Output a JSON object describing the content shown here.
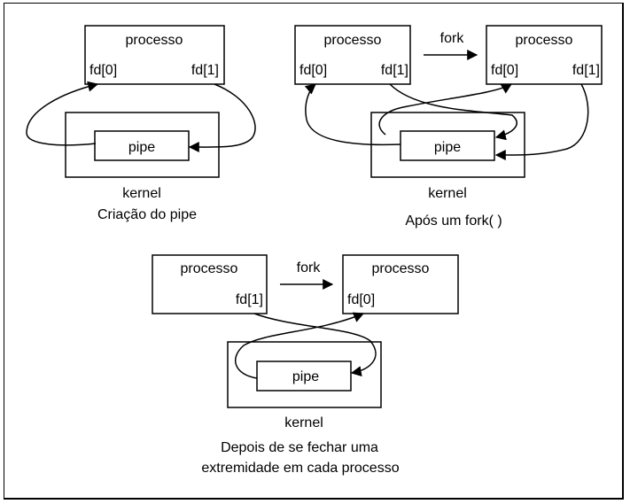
{
  "labels": {
    "process": "processo",
    "fd0": "fd[0]",
    "fd1": "fd[1]",
    "pipe": "pipe",
    "kernel": "kernel",
    "fork": "fork"
  },
  "captions": {
    "creation": "Criação do pipe",
    "after_fork": "Após um fork( )",
    "after_close_line1": "Depois de se fechar uma",
    "after_close_line2": "extremidade em cada processo"
  }
}
